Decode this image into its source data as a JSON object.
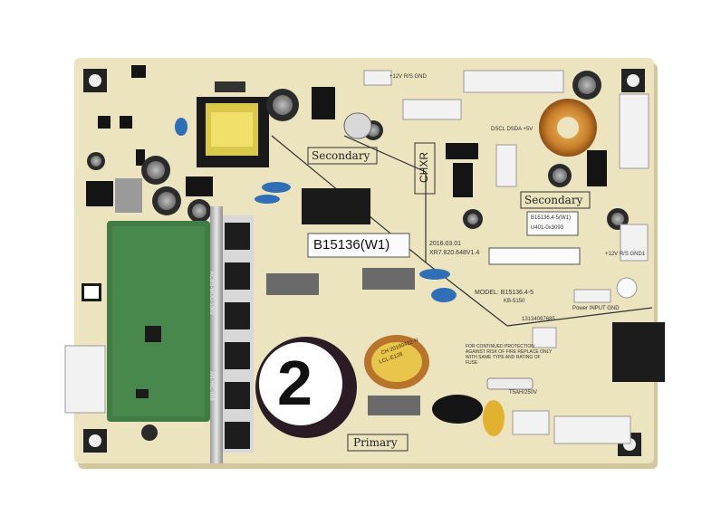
{
  "photo": {
    "board_labels": {
      "model_main": "B15136(W1)",
      "secondary_top": "Secondary",
      "secondary_right": "Secondary",
      "primary": "Primary",
      "chxr": "CHXR",
      "date": "2016.03.01",
      "part_number": "XR7.820.648V1.4",
      "model_line": "MODEL: B15136.4-5",
      "kb_code": "KB-5150",
      "sticker_line1": "B15136.4-5(W1)",
      "sticker_line2": "U401-0x3093",
      "power_input": "Power INPUT GND",
      "fuse_rating": "T5AH/250V",
      "fuse_warning": "FOR CONTINUED PROTECTION AGAINST RISK OF FIRE REPLACE ONLY WITH SAME TYPE AND RATING OF FUSE",
      "component_codes": "13134097685",
      "rs_gnd_top": "+12V R/S GND",
      "rs_gnd_right": "+12V R/S GND1",
      "dscl": "DSCL DSDA +5V",
      "heatsink_text": "KCBS-MOD-1009",
      "heatsink_text2": "AN-HIC-008",
      "cap_label_number": "2",
      "toroid_text1": "LCL-E128",
      "toroid_text2": "CH 20160422-N"
    },
    "colors": {
      "background": "#ffffff",
      "pcb": "#ece3bf",
      "pcb_shadow": "#d2c79d",
      "green_module": "#3f7d45",
      "black": "#141414",
      "copper": "#c9802c",
      "blue_cap": "#2e6fb5"
    }
  }
}
